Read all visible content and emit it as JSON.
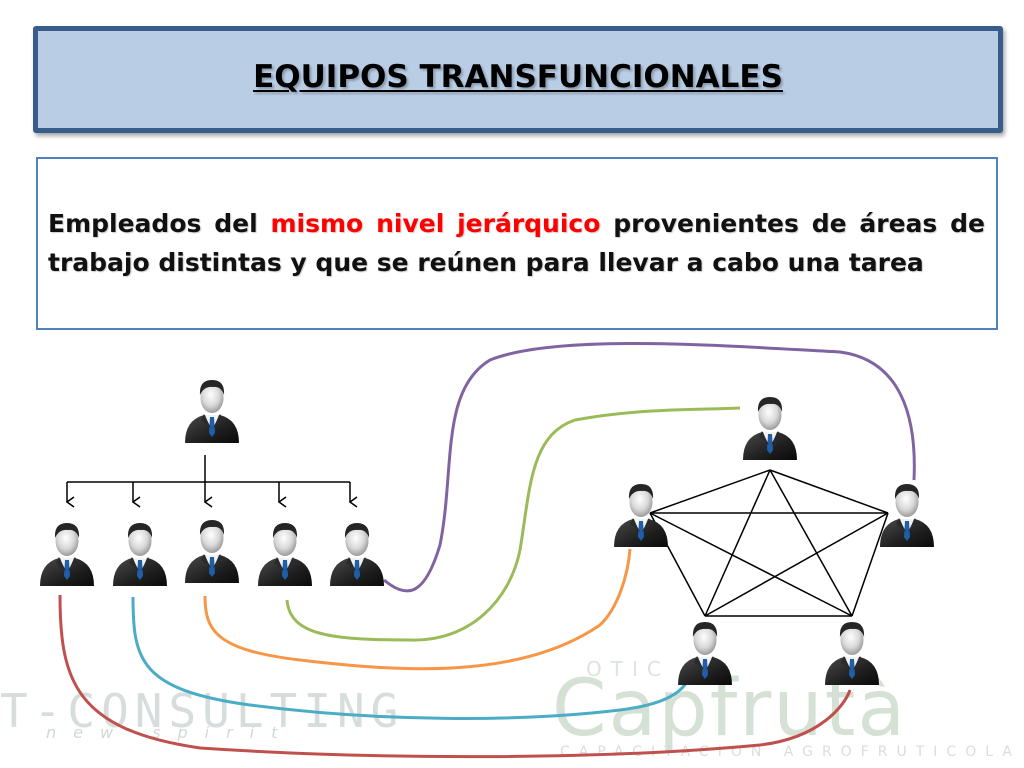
{
  "title": "EQUIPOS TRANSFUNCIONALES",
  "definition": {
    "before": "Empleados del ",
    "highlight": "mismo nivel jerárquico",
    "after": " provenientes de áreas de trabajo distintas y que se reúnen para llevar a cabo una tarea"
  },
  "colors": {
    "title_fill": "#b9cde5",
    "title_border": "#385d8a",
    "highlight": "#ff0000",
    "connector_purple": "#8064a2",
    "connector_green": "#9bbb59",
    "connector_orange": "#f79646",
    "connector_blue": "#4bacc6",
    "connector_red": "#c0504d"
  },
  "diagram": {
    "hierarchy": {
      "manager_icon": "businessman-icon",
      "employee_count": 5,
      "employee_icon": "businessman-icon"
    },
    "team": {
      "member_count": 5,
      "layout": "pentagram",
      "member_icon": "businessman-icon"
    }
  },
  "watermarks": {
    "left_logo": "T-CONSULTING",
    "left_tagline": "new spirit",
    "right_top": "OTIC",
    "right_logo": "Capfrutà",
    "right_tagline": "CAPACITACION AGROFRUTICOLA"
  }
}
